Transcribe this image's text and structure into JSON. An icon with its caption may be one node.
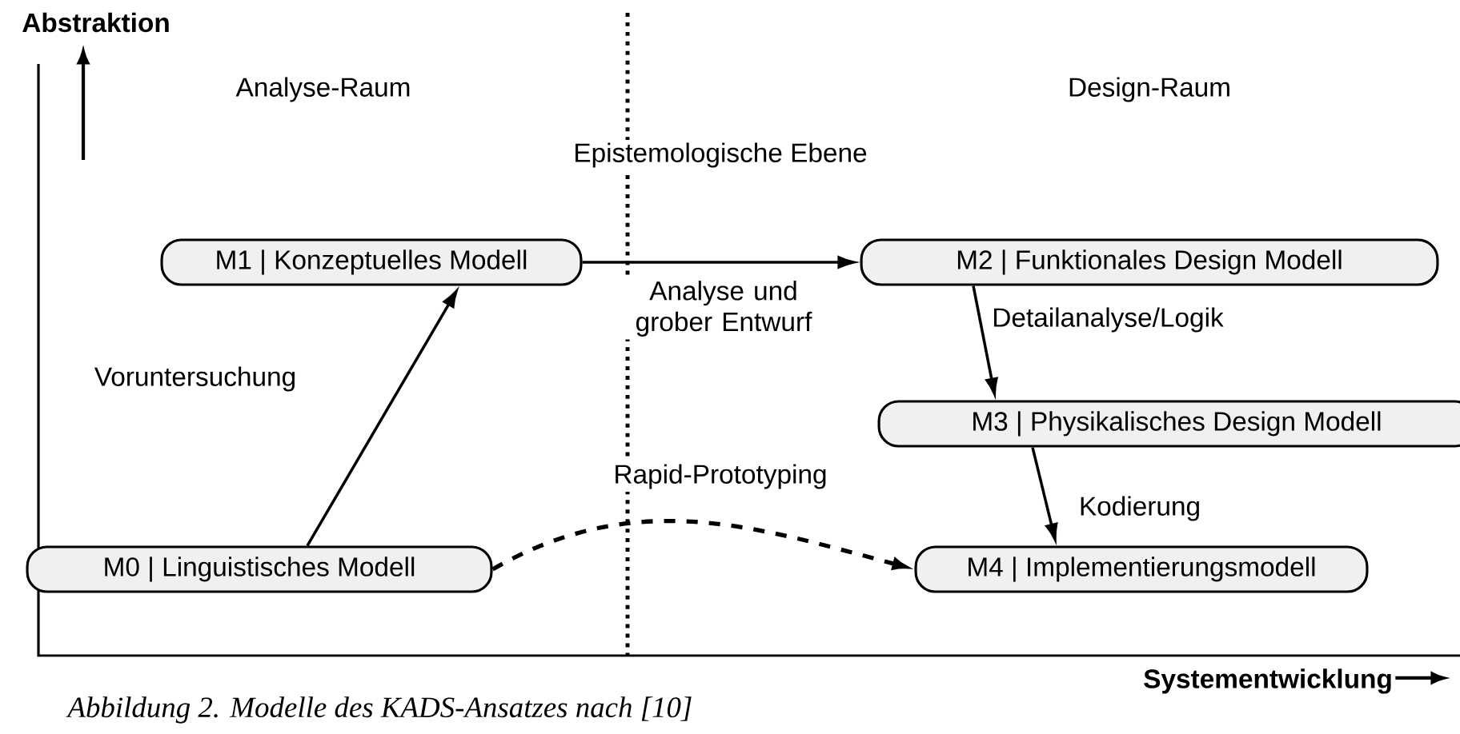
{
  "diagram": {
    "caption": "Abbildung 2. Modelle des KADS-Ansatzes nach [10]",
    "nodes": [
      {
        "text": [
          "M0 | Linguistisches Modell"
        ]
      },
      {
        "text": [
          "M1 | Konzeptuelles Modell"
        ]
      },
      {
        "text": [
          "M2 | Funktionales Design Modell"
        ]
      },
      {
        "text": [
          "M3 | Physikalisches Design Modell"
        ]
      },
      {
        "text": [
          "M4 | Implementierungsmodell"
        ]
      }
    ],
    "edges": [
      {
        "from": 0,
        "to": 1,
        "arrow": "to",
        "label": "Voruntersuchung"
      },
      {
        "from": 1,
        "to": 2,
        "arrow": "to",
        "label": "Analyse und grober Entwurf"
      },
      {
        "from": 2,
        "to": 3,
        "arrow": "to",
        "label": "Detailanalyse/Logik"
      },
      {
        "from": 3,
        "to": 4,
        "arrow": "to",
        "label": "Kodierung"
      },
      {
        "from": 0,
        "to": 4,
        "arrow": "to",
        "label": "Rapid-Prototyping",
        "style": "dashed"
      }
    ],
    "labels": [
      "Abstraktion",
      "Analyse-Raum",
      "Design-Raum",
      "Epistemologische Ebene",
      "Systementwicklung"
    ]
  }
}
